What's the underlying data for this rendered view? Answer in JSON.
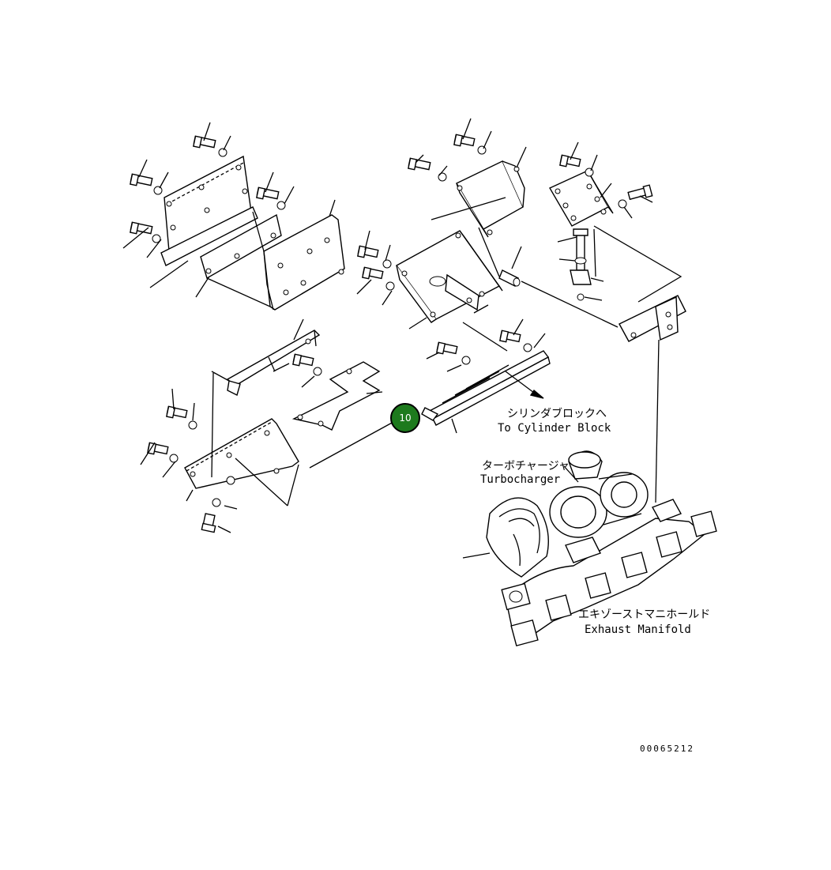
{
  "labels": {
    "cylinder_block_jp": "シリンダブロックへ",
    "cylinder_block_en": "To Cylinder Block",
    "turbocharger_jp": "ターボチャージャ",
    "turbocharger_en": "Turbocharger",
    "exhaust_manifold_jp": "エキゾーストマニホールド",
    "exhaust_manifold_en": "Exhaust Manifold"
  },
  "callout": {
    "number": "10",
    "color": "#1d7a1d"
  },
  "document_number": "00065212"
}
